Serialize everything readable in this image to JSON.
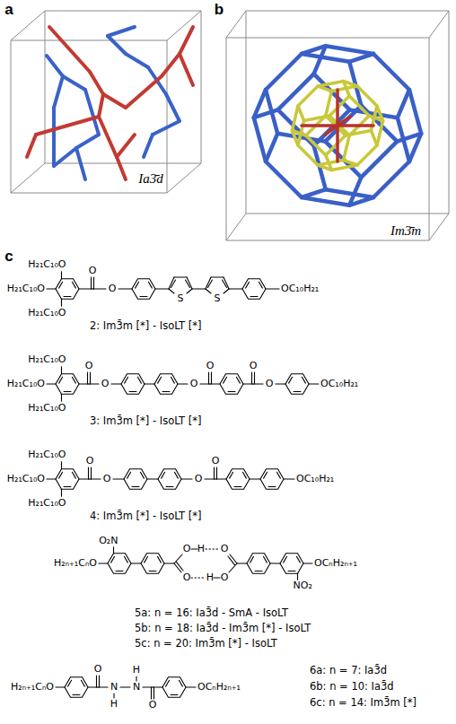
{
  "diagram": {
    "labels": [
      "a",
      "b",
      "Ia3̄d",
      "Im3̄m",
      "c",
      "H₂₁C₁₀O",
      "H₂₁C₁₀O",
      "H₂₁C₁₀O",
      "O",
      "O",
      "S",
      "S",
      "OC₁₀H₂₁",
      "2: Im3̄m [*] - IsoLT [*]",
      "H₂₁C₁₀O",
      "H₂₁C₁₀O",
      "H₂₁C₁₀O",
      "O",
      "O",
      "O",
      "O",
      "O",
      "O",
      "OC₁₀H₂₁",
      "3: Im3̄m [*] - IsoLT [*]",
      "H₂₁C₁₀O",
      "H₂₁C₁₀O",
      "H₂₁C₁₀O",
      "O",
      "O",
      "O",
      "O",
      "OC₁₀H₂₁",
      "4: Im3̄m [*] - IsoLT [*]",
      "O₂N",
      "H₂ₙ₊₁CₙO",
      "O",
      "H",
      "O",
      "O",
      "H",
      "O",
      "OCₙH₂ₙ₊₁",
      "NO₂",
      "5a: n = 16: Ia3̄d - SmA - IsoLT",
      "5b: n = 18: Ia3̄d - Im3̄m [*] - IsoLT",
      "5c: n = 20: Im3̄m [*] - IsoLT",
      "H₂ₙ₊₁CₙO",
      "O",
      "N",
      "H",
      "N",
      "H",
      "O",
      "OCₙH₂ₙ₊₁",
      "6a: n = 7: Ia3̄d",
      "6b: n = 10: Ia3̄d",
      "6c: n = 14: Im3̄m [*]"
    ]
  }
}
